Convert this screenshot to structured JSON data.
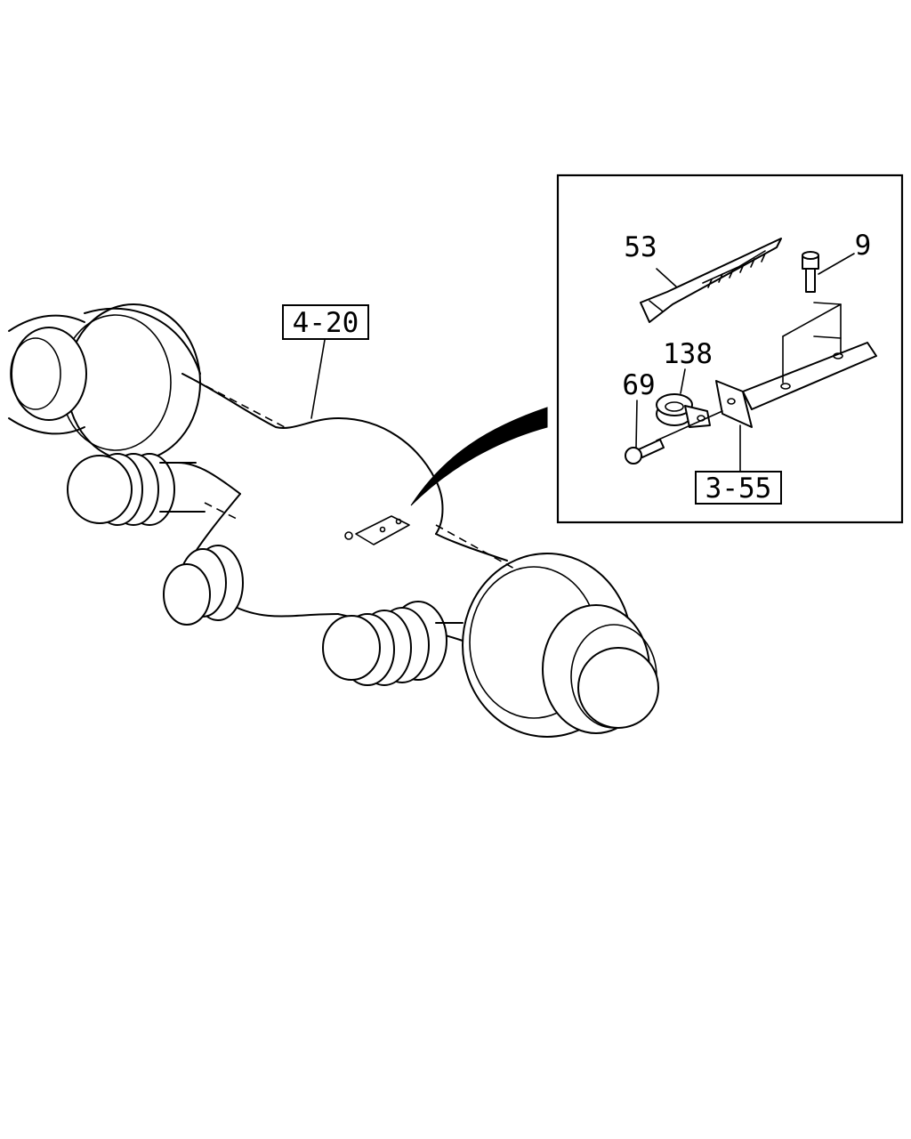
{
  "callouts": {
    "assembly_ref": "4-20",
    "bracket_ref": "3-55",
    "part_53": "53",
    "part_9": "9",
    "part_138": "138",
    "part_69": "69"
  }
}
